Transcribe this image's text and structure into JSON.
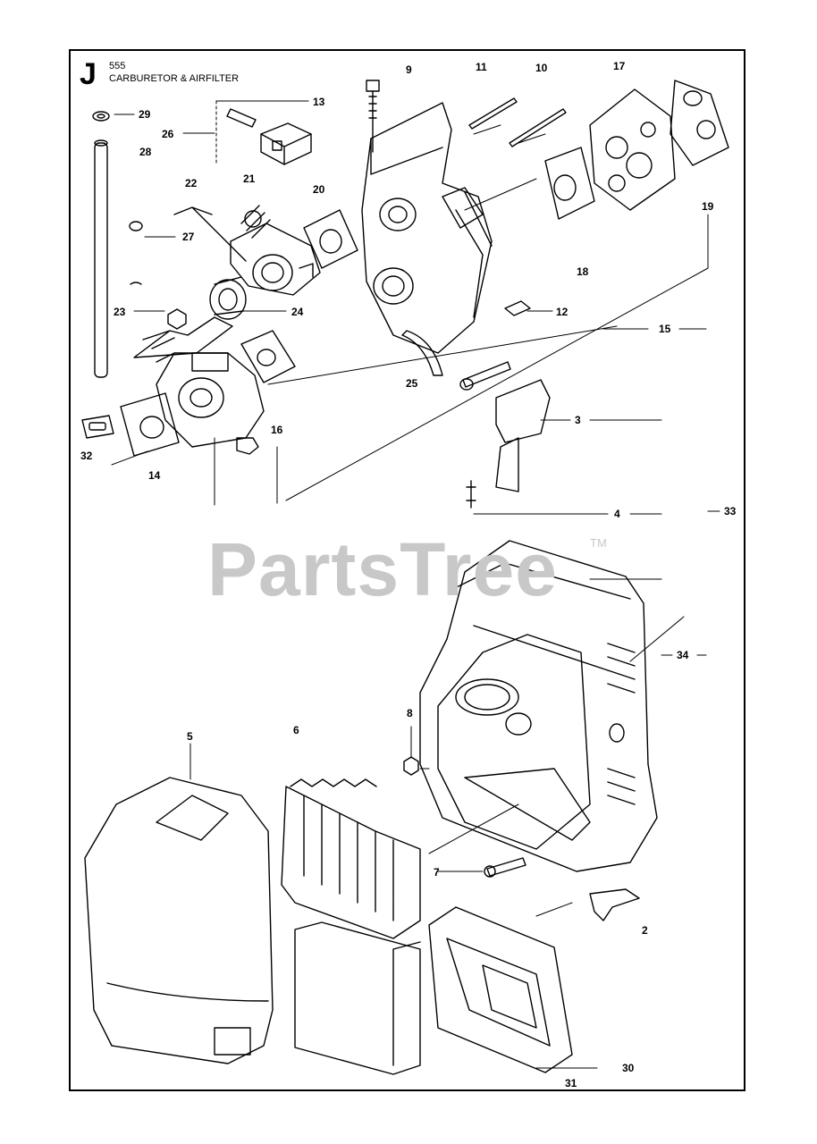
{
  "header": {
    "section_letter": "J",
    "model": "555",
    "title": "CARBURETOR & AIRFILTER"
  },
  "watermark": {
    "text": "PartsTree",
    "trademark": "TM",
    "color": "#c8c8c8"
  },
  "callouts": [
    "9",
    "11",
    "10",
    "17",
    "13",
    "29",
    "26",
    "28",
    "21",
    "22",
    "20",
    "19",
    "27",
    "18",
    "23",
    "24",
    "12",
    "15",
    "25",
    "16",
    "3",
    "32",
    "14",
    "4",
    "33",
    "34",
    "8",
    "5",
    "6",
    "7",
    "2",
    "30",
    "31"
  ],
  "colors": {
    "line": "#000000",
    "background": "#ffffff"
  }
}
